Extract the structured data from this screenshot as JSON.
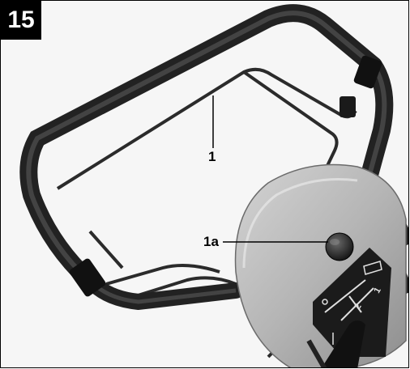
{
  "figure": {
    "number": "15",
    "callouts": [
      {
        "label": "1"
      },
      {
        "label": "1a"
      }
    ],
    "sticker": {
      "mark_1": "1",
      "mark_2": "2"
    }
  },
  "icons": {
    "photo": "mower-handle-photo",
    "sticker": "height-adjust-diagram-icon"
  },
  "colors": {
    "label_background": "#000000",
    "label_text": "#ffffff",
    "housing": "#b8b8b8",
    "handle": "#2a2a2a"
  }
}
